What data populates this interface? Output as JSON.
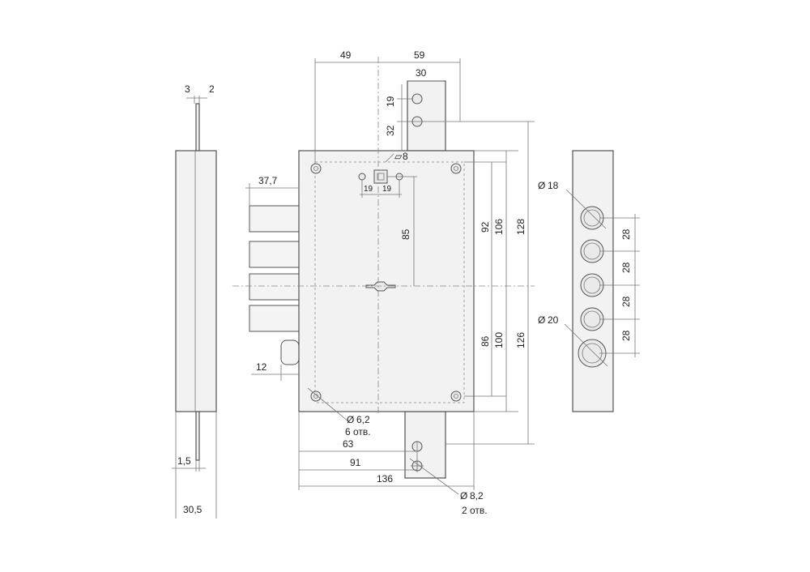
{
  "dimensions": {
    "side_top_left": "3",
    "side_top_right": "2",
    "side_bottom_small": "1,5",
    "side_total": "30,5",
    "top_left": "49",
    "top_right": "59",
    "strike_width": "30",
    "strike_hole_top": "19",
    "strike_hole_second": "32",
    "square_spindle": "8",
    "spindle_left": "19",
    "spindle_right": "19",
    "bolt_projection": "37,7",
    "spindle_to_key": "85",
    "right_92": "92",
    "right_106": "106",
    "right_128": "128",
    "right_86": "86",
    "right_100": "100",
    "right_126": "126",
    "latch_12": "12",
    "hole_63": "63",
    "hole_91": "91",
    "total_width": "136",
    "fix_holes_diameter": "6,2",
    "fix_holes_count": "6 отв.",
    "strike_holes_diameter": "8,2",
    "strike_holes_count": "2 отв.",
    "bolt_diameter_small": "18",
    "bolt_diameter_large": "20",
    "bolt_pitch_1": "28",
    "bolt_pitch_2": "28",
    "bolt_pitch_3": "28",
    "bolt_pitch_4": "28"
  },
  "symbols": {
    "diameter": "Ø",
    "square": "▱"
  }
}
